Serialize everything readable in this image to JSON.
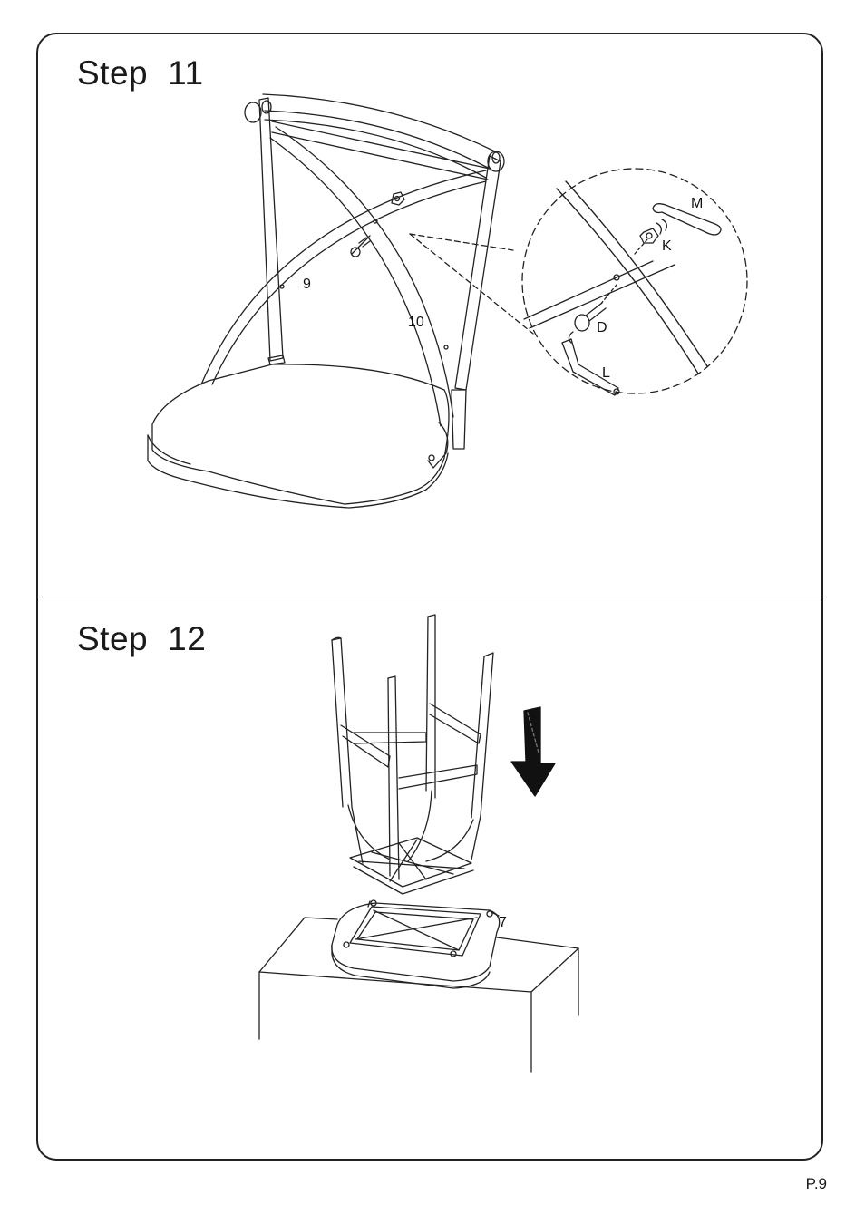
{
  "steps": [
    {
      "word": "Step",
      "number": "11",
      "part_labels": {
        "backrest_left": "9",
        "backrest_right": "10"
      },
      "detail_labels": {
        "wrench": "M",
        "nut": "K",
        "bolt": "D",
        "allen_key": "L"
      }
    },
    {
      "word": "Step",
      "number": "12",
      "part_labels": {
        "seat_frame": "7"
      }
    }
  ],
  "footer": {
    "page_number": "P.9"
  }
}
